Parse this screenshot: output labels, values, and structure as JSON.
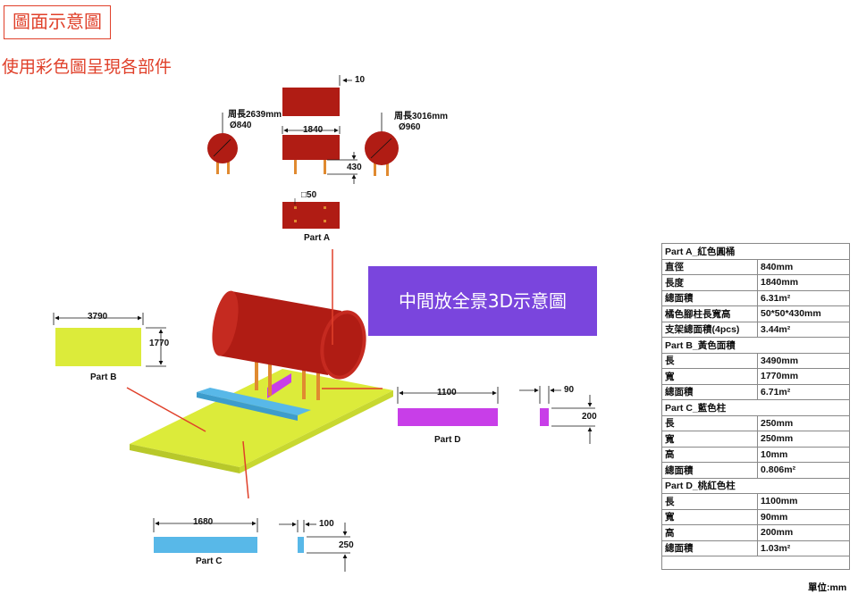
{
  "title": "圖面示意圖",
  "subtitle": "使用彩色圖呈現各部件",
  "callout": "中間放全景3D示意圖",
  "colors": {
    "red": "#b01c14",
    "yellow": "#dceb3a",
    "blue": "#58b8e8",
    "magenta": "#c83ee8",
    "purple": "#7a45dd",
    "leg": "#e08a30",
    "accent": "#e0402a"
  },
  "part_a": {
    "label": "Part A",
    "left_perimeter": "周長2639mm",
    "left_diameter": "Ø840",
    "right_perimeter": "周長3016mm",
    "right_diameter": "Ø960",
    "dim_10": "10",
    "dim_1840": "1840",
    "dim_430": "430",
    "dim_50": "□50"
  },
  "part_b": {
    "label": "Part B",
    "width": "3790",
    "height": "1770"
  },
  "part_c": {
    "label": "Part C",
    "width": "1680",
    "small_width": "100",
    "height": "250"
  },
  "part_d": {
    "label": "Part D",
    "width": "1100",
    "small_width": "90",
    "height": "200"
  },
  "spec_table": {
    "sections": [
      {
        "header": "Part A_紅色圓桶",
        "rows": [
          [
            "直徑",
            "840mm"
          ],
          [
            "長度",
            "1840mm"
          ],
          [
            "總面積",
            "6.31m²"
          ],
          [
            "橘色腳柱長寬高",
            "50*50*430mm"
          ],
          [
            "支架總面積(4pcs)",
            "3.44m²"
          ]
        ]
      },
      {
        "header": "Part B_黃色面積",
        "rows": [
          [
            "長",
            "3490mm"
          ],
          [
            "寬",
            "1770mm"
          ],
          [
            "總面積",
            "6.71m²"
          ]
        ]
      },
      {
        "header": "Part C_藍色柱",
        "rows": [
          [
            "長",
            "250mm"
          ],
          [
            "寬",
            "250mm"
          ],
          [
            "高",
            "10mm"
          ],
          [
            "總面積",
            "0.806m²"
          ]
        ]
      },
      {
        "header": "Part D_桃紅色柱",
        "rows": [
          [
            "長",
            "1100mm"
          ],
          [
            "寬",
            "90mm"
          ],
          [
            "高",
            "200mm"
          ],
          [
            "總面積",
            "1.03m²"
          ]
        ]
      }
    ],
    "unit": "單位:mm"
  }
}
